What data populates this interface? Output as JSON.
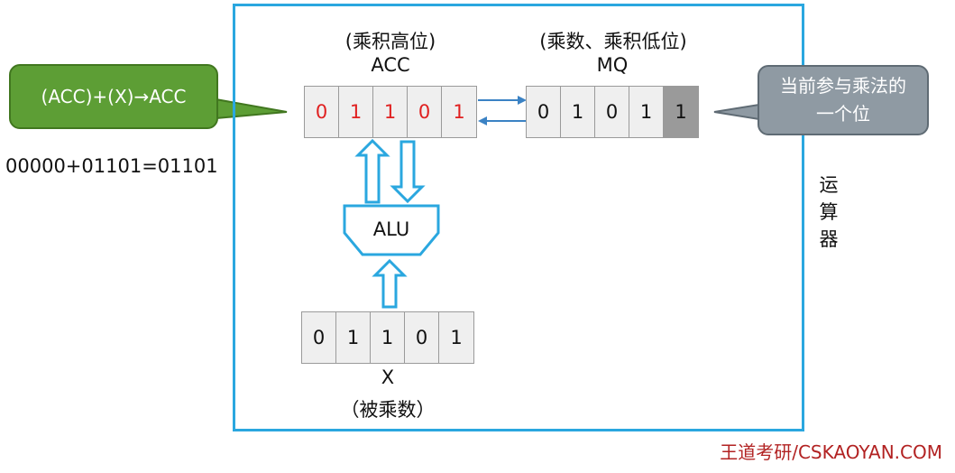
{
  "callout_left": "(ACC)+(X)→ACC",
  "equation": "00000+01101=01101",
  "callout_right": "当前参与乘法的一个位",
  "acc": {
    "caption": "(乘积高位)",
    "name": "ACC",
    "bits": [
      "0",
      "1",
      "1",
      "0",
      "1"
    ]
  },
  "mq": {
    "caption": "(乘数、乘积低位)",
    "name": "MQ",
    "bits": [
      "0",
      "1",
      "0",
      "1",
      "1"
    ]
  },
  "x": {
    "name": "X",
    "caption": "（被乘数）",
    "bits": [
      "0",
      "1",
      "1",
      "0",
      "1"
    ]
  },
  "alu_label": "ALU",
  "unit_label": "运算器",
  "footer": "王道考研/CSKAOYAN.COM",
  "colors": {
    "frame": "#2AA7DF",
    "highlight_bit": "#E02020",
    "current_bit_bg": "#9a9a9a",
    "callout_left_bg": "#5D9E35",
    "callout_right_bg": "#8f9aa3"
  }
}
